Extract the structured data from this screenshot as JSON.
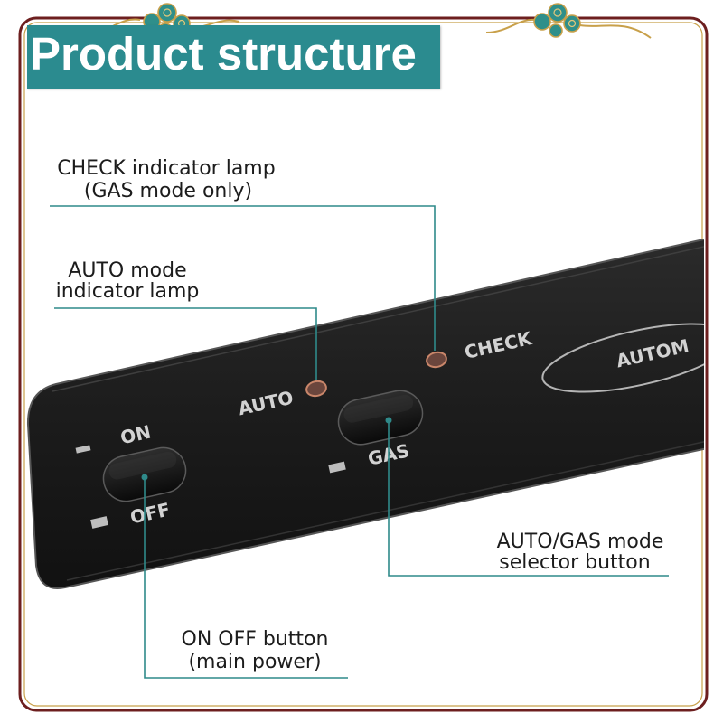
{
  "header": {
    "title": "Product structure"
  },
  "callouts": {
    "check_lamp": {
      "line1": "CHECK indicator lamp",
      "line2": "(GAS mode only)"
    },
    "auto_lamp": {
      "line1": "AUTO mode",
      "line2": "indicator lamp"
    },
    "mode_selector": {
      "line1": "AUTO/GAS mode",
      "line2": "selector button"
    },
    "power_button": {
      "line1": "ON OFF button",
      "line2": "(main power)"
    }
  },
  "device": {
    "on_label": "ON",
    "off_label": "OFF",
    "auto_label": "AUTO",
    "gas_label": "GAS",
    "check_label": "CHECK",
    "badge_text": "AUTOM"
  },
  "colors": {
    "accent": "#2b8b8f",
    "callout_line": "#2f8a8a",
    "frame": "#6d1f1f",
    "frame_gold": "#c8a04a",
    "panel": "#1a1a1a",
    "lamp": "#c9866a"
  }
}
